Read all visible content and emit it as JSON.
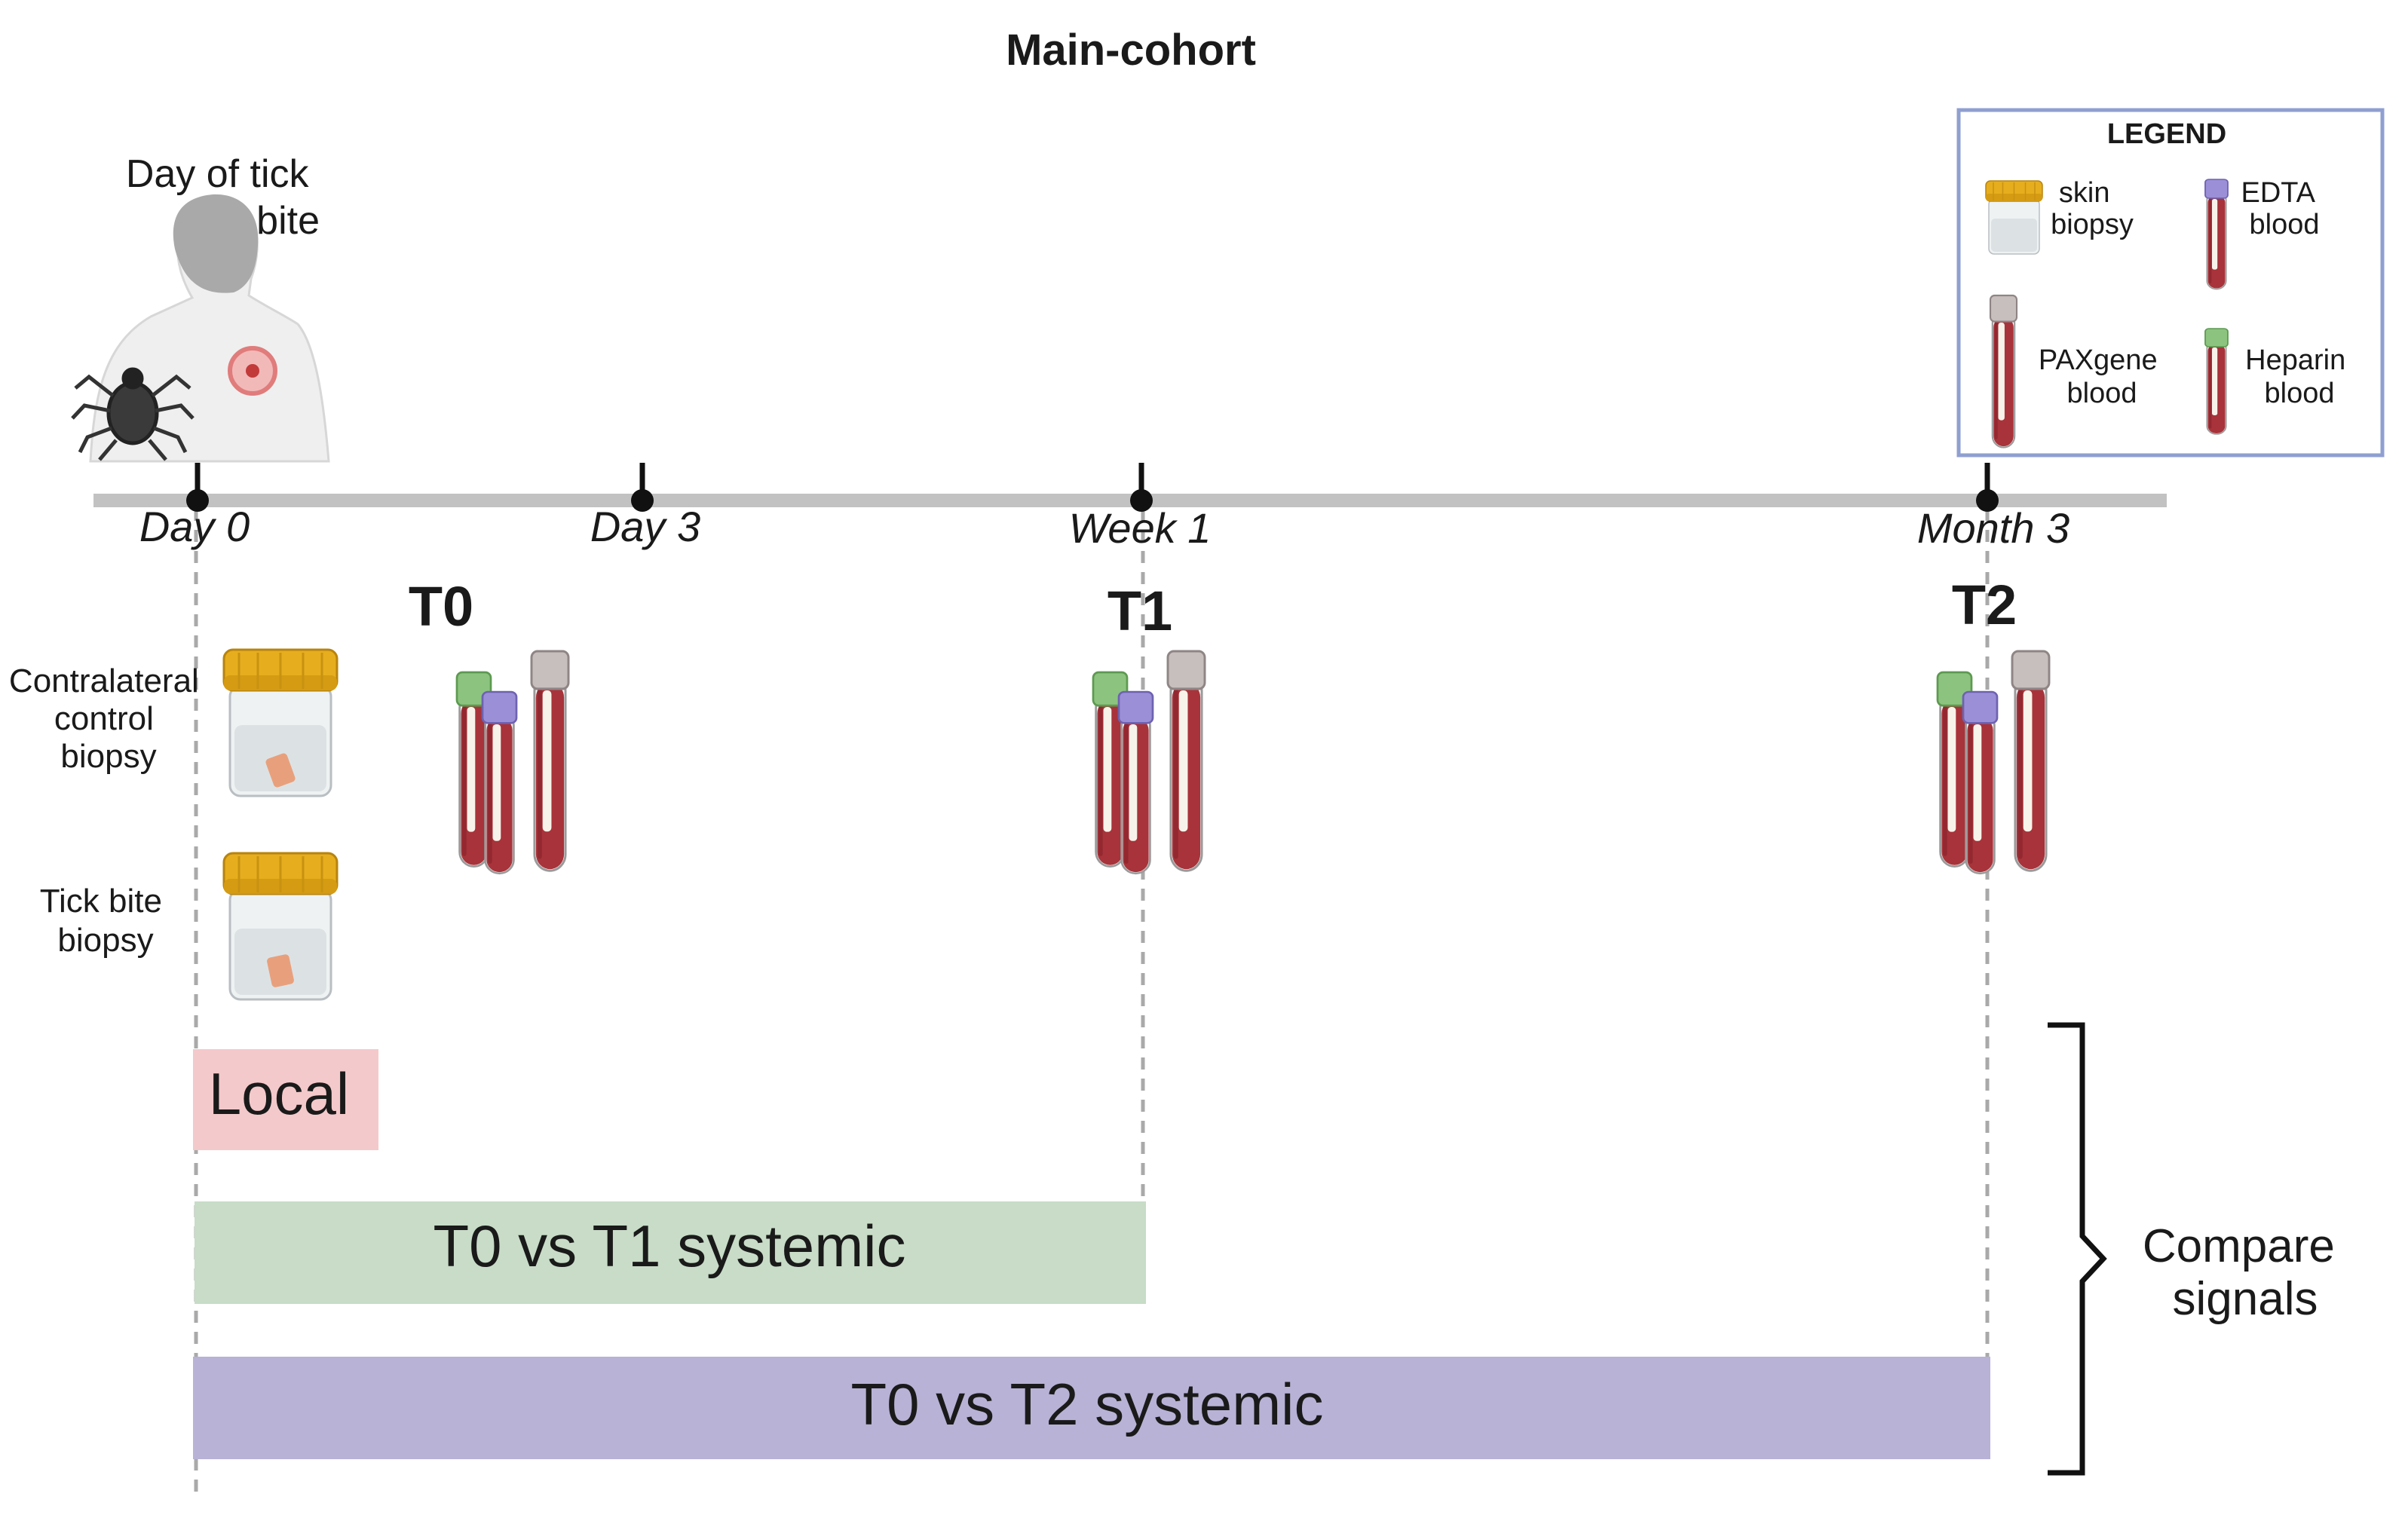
{
  "title": "Main-cohort",
  "tick_bite_label": [
    "Day of tick",
    "bite"
  ],
  "timeline": {
    "points": [
      {
        "label": "Day 0"
      },
      {
        "label": "Day 3"
      },
      {
        "label": "Week 1"
      },
      {
        "label": "Month 3"
      }
    ]
  },
  "timepoints": [
    "T0",
    "T1",
    "T2"
  ],
  "sample_labels": {
    "contralateral": [
      "Contralateral",
      "control",
      "biopsy"
    ],
    "tick_bite": [
      "Tick bite",
      "biopsy"
    ]
  },
  "legend": {
    "title": "LEGEND",
    "items": [
      {
        "label": [
          "skin",
          "biopsy"
        ]
      },
      {
        "label": [
          "EDTA",
          "blood"
        ]
      },
      {
        "label": [
          "PAXgene",
          "blood"
        ]
      },
      {
        "label": [
          "Heparin",
          "blood"
        ]
      }
    ]
  },
  "comparisons": [
    {
      "label": "Local",
      "color": "#f4c9cb"
    },
    {
      "label": "T0 vs T1 systemic",
      "color": "#c8dcc7"
    },
    {
      "label": "T0 vs T2 systemic",
      "color": "#b8b2d6"
    }
  ],
  "compare_label": [
    "Compare",
    "signals"
  ],
  "colors": {
    "axis": "#c2c2c2",
    "cap_yellow": "#e6ad1e",
    "cap_green": "#8cc47f",
    "cap_purple": "#9b8fd8",
    "cap_grey": "#a89b9b",
    "blood": "#b23a3a",
    "legend_border": "#8f9fd0"
  }
}
